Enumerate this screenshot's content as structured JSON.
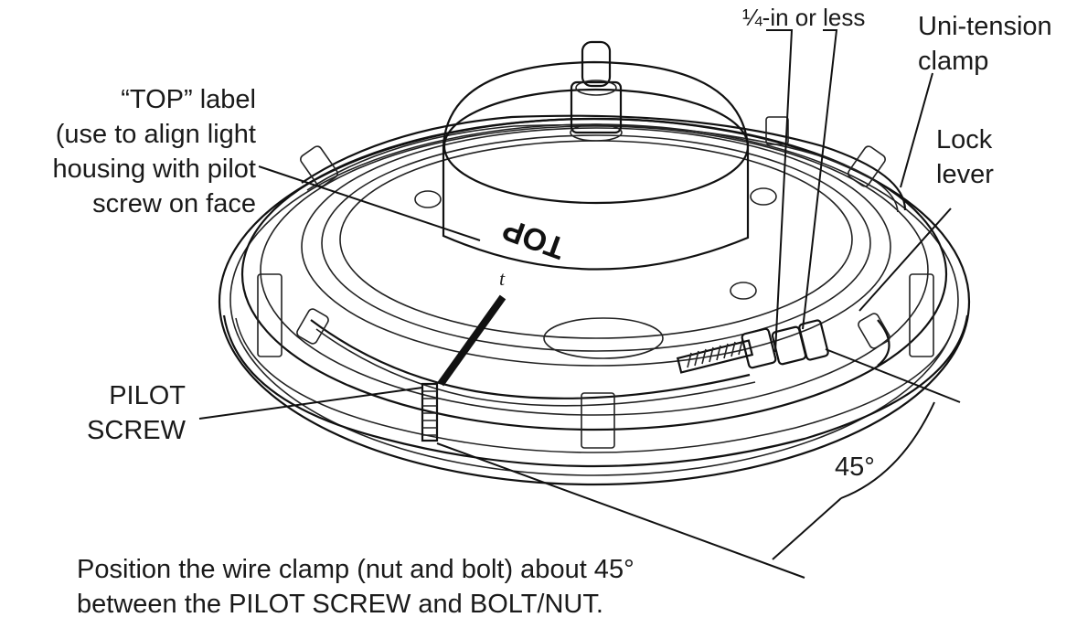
{
  "labels": {
    "top_label_lines": [
      "“TOP” label",
      "(use to align light",
      "housing with pilot",
      "screw on face"
    ],
    "pilot_screw_lines": [
      "PILOT",
      "SCREW"
    ],
    "quarter_inch": "¼-in or less",
    "uni_tension_lines": [
      "Uni-tension",
      "clamp"
    ],
    "lock_lever_lines": [
      "Lock",
      "lever"
    ],
    "angle": "45°",
    "top_marking": "TOP",
    "small_t": "t"
  },
  "caption": {
    "line1": "Position the wire clamp (nut and bolt) about 45°",
    "line2": "between the PILOT SCREW and BOLT/NUT."
  },
  "colors": {
    "stroke": "#111111",
    "background": "#ffffff",
    "shade": "#e6e6e6"
  }
}
